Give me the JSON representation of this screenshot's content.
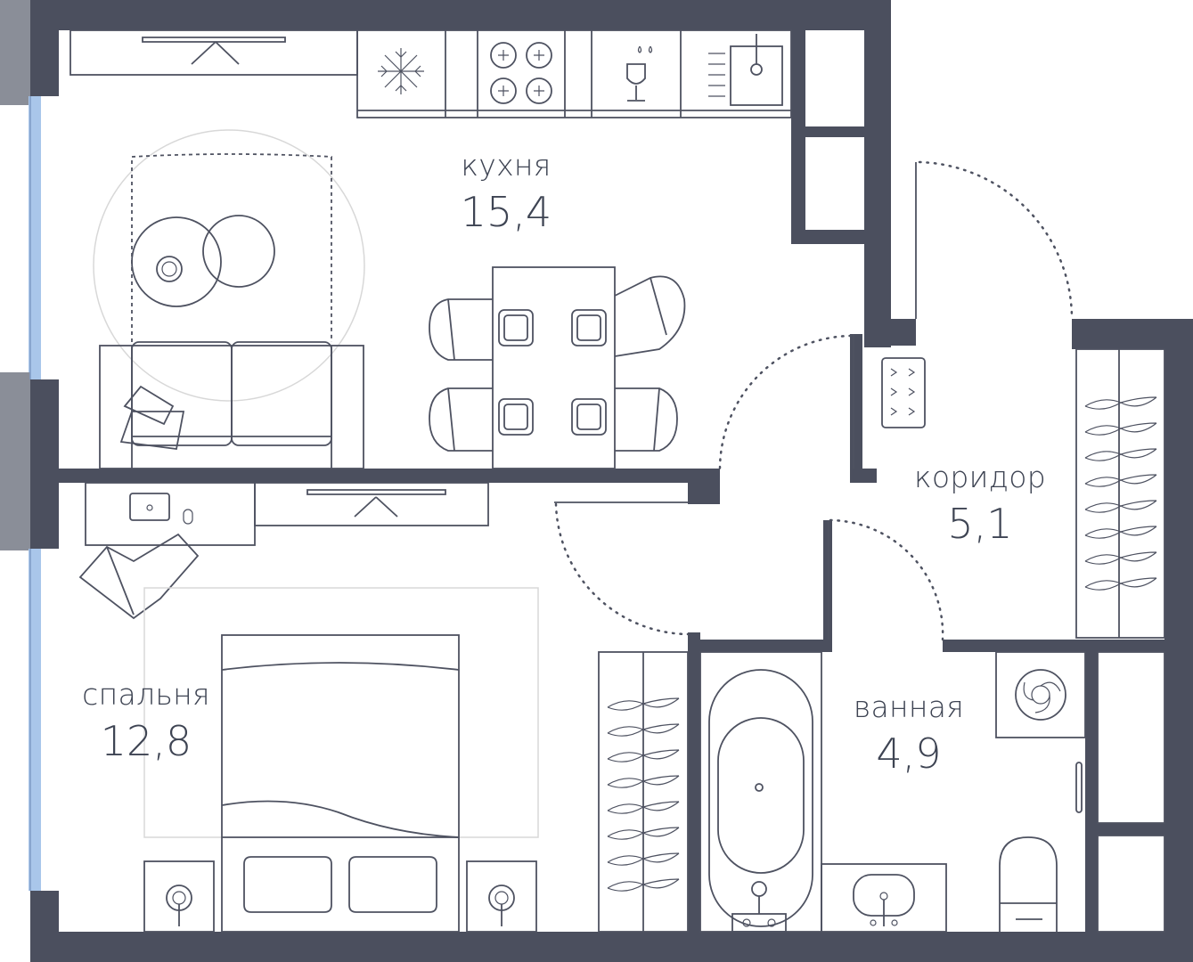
{
  "colors": {
    "wall": "#4b4f5e",
    "window": "#a9c6ea",
    "line": "#4e5261",
    "text": "#3e4453"
  },
  "rooms": {
    "kitchen": {
      "name": "кухня",
      "area": "15,4"
    },
    "corridor": {
      "name": "коридор",
      "area": "5,1"
    },
    "bedroom": {
      "name": "спальня",
      "area": "12,8"
    },
    "bathroom": {
      "name": "ванная",
      "area": "4,9"
    }
  }
}
